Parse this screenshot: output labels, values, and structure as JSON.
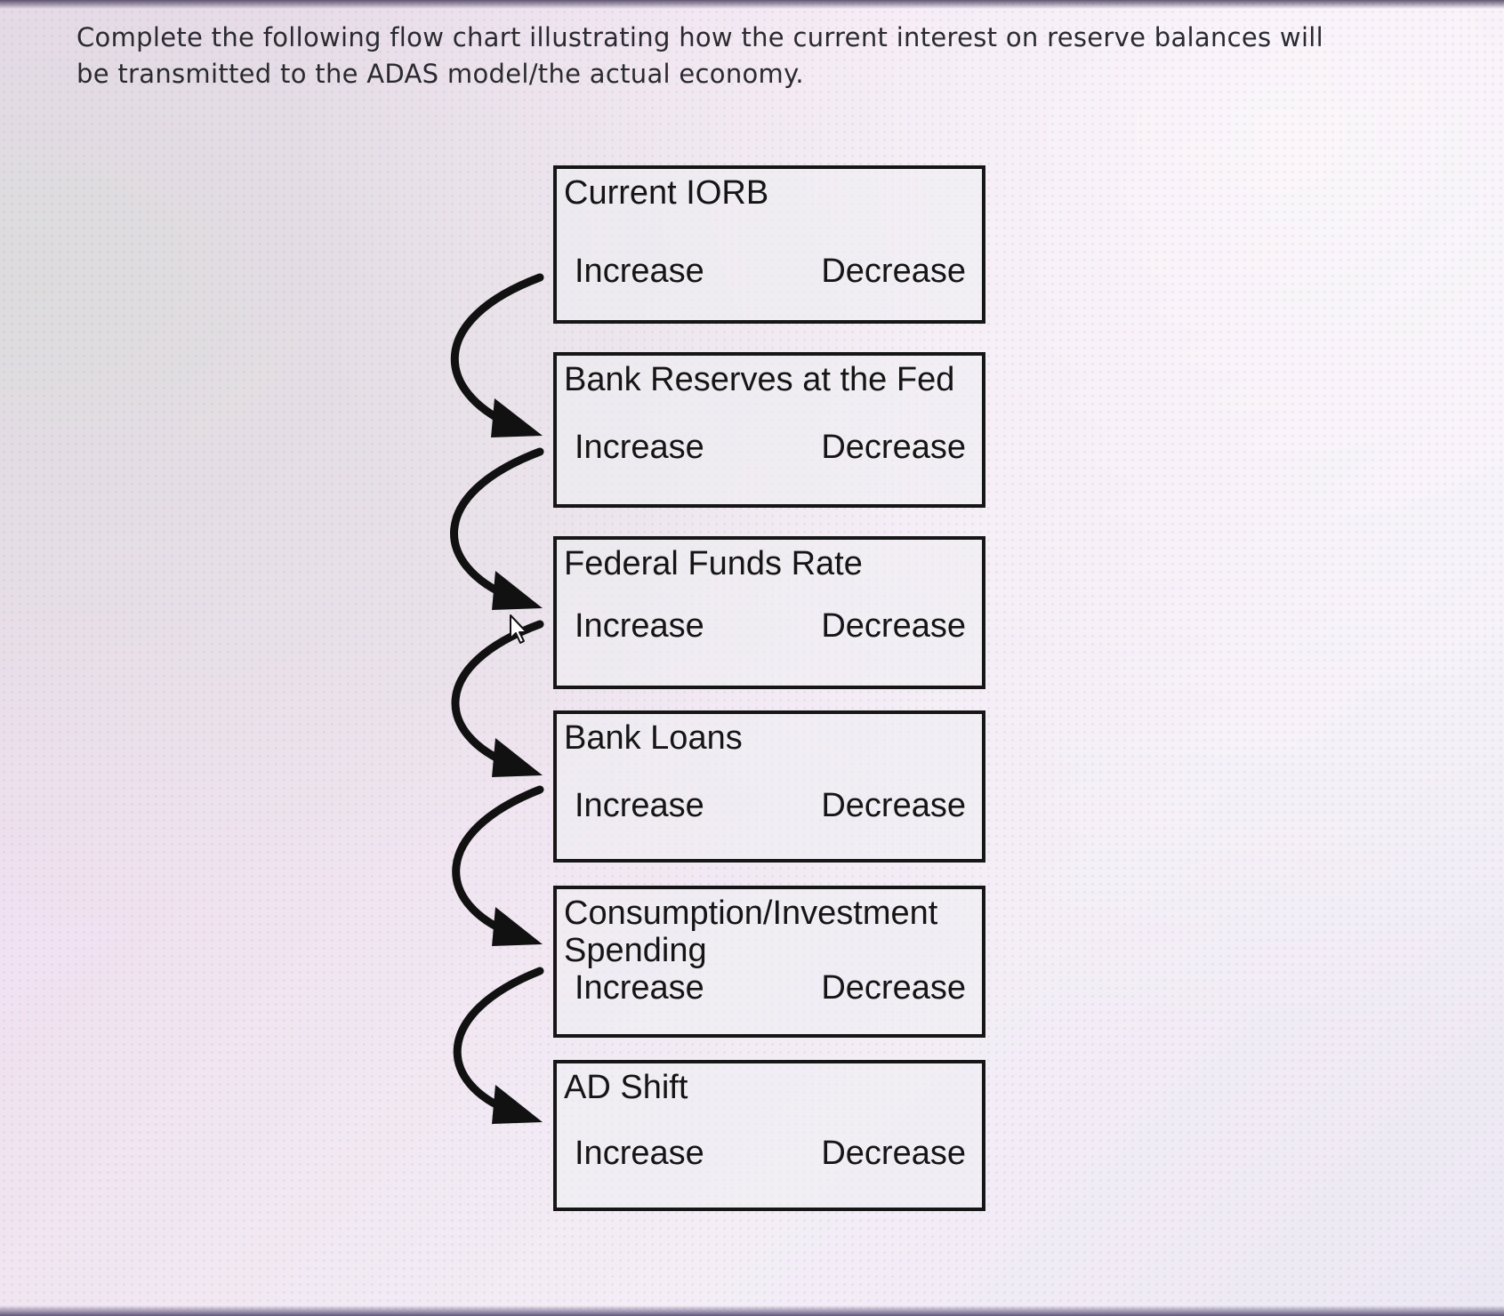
{
  "instructions": "Complete the following flow chart illustrating how the current interest on reserve balances will be transmitted to the ADAS model/the actual economy.",
  "boxes": [
    {
      "title": "Current IORB",
      "increase": "Increase",
      "decrease": "Decrease"
    },
    {
      "title": "Bank Reserves at the Fed",
      "increase": "Increase",
      "decrease": "Decrease"
    },
    {
      "title": "Federal Funds Rate",
      "increase": "Increase",
      "decrease": "Decrease"
    },
    {
      "title": "Bank Loans",
      "increase": "Increase",
      "decrease": "Decrease"
    },
    {
      "title": "Consumption/Investment\nSpending",
      "increase": "Increase",
      "decrease": "Decrease"
    },
    {
      "title": "AD Shift",
      "increase": "Increase",
      "decrease": "Decrease"
    }
  ],
  "icons": {
    "flow_arrow": "curved-arrow-icon",
    "cursor": "mouse-pointer-icon"
  },
  "colors": {
    "border": "#161616",
    "text": "#151515"
  }
}
